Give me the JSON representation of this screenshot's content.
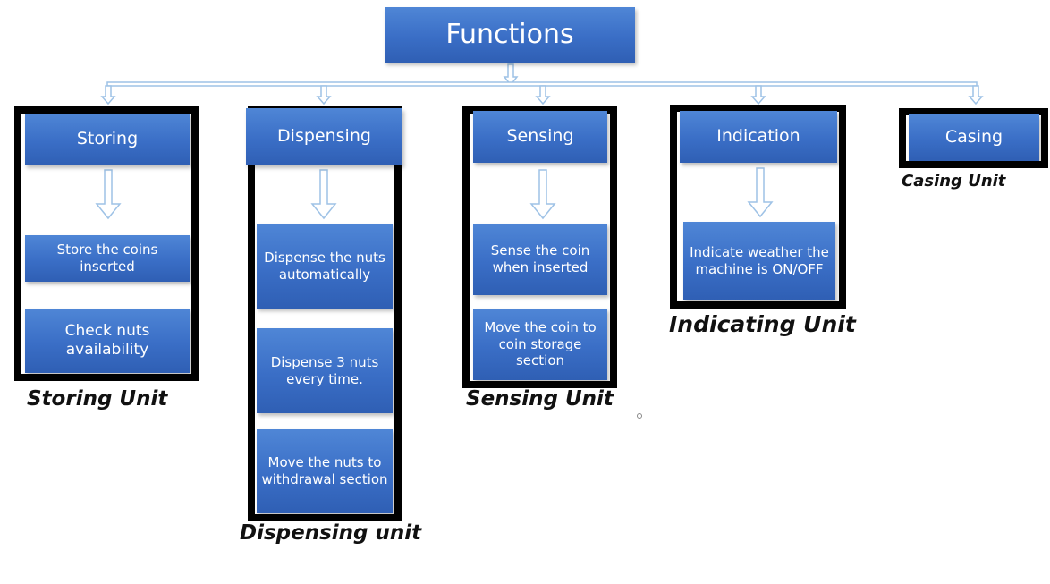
{
  "root": {
    "title": "Functions"
  },
  "units": {
    "storing": {
      "header": "Storing",
      "items": [
        "Store  the coins inserted",
        "Check nuts availability"
      ],
      "label": "Storing Unit"
    },
    "dispensing": {
      "header": "Dispensing",
      "items": [
        "Dispense  the nuts automatically",
        "Dispense 3 nuts every time.",
        "Move the nuts to withdrawal section"
      ],
      "label": "Dispensing unit"
    },
    "sensing": {
      "header": "Sensing",
      "items": [
        "Sense  the coin when inserted",
        "Move the coin to coin storage section"
      ],
      "label": "Sensing Unit"
    },
    "indication": {
      "header": "Indication",
      "items": [
        "Indicate weather the machine is ON/OFF"
      ],
      "label": "Indicating Unit"
    },
    "casing": {
      "header": "Casing",
      "label": "Casing Unit"
    }
  },
  "colors": {
    "box": "#3a6ec6",
    "frame": "#000000",
    "connector": "#9ec2e6"
  }
}
